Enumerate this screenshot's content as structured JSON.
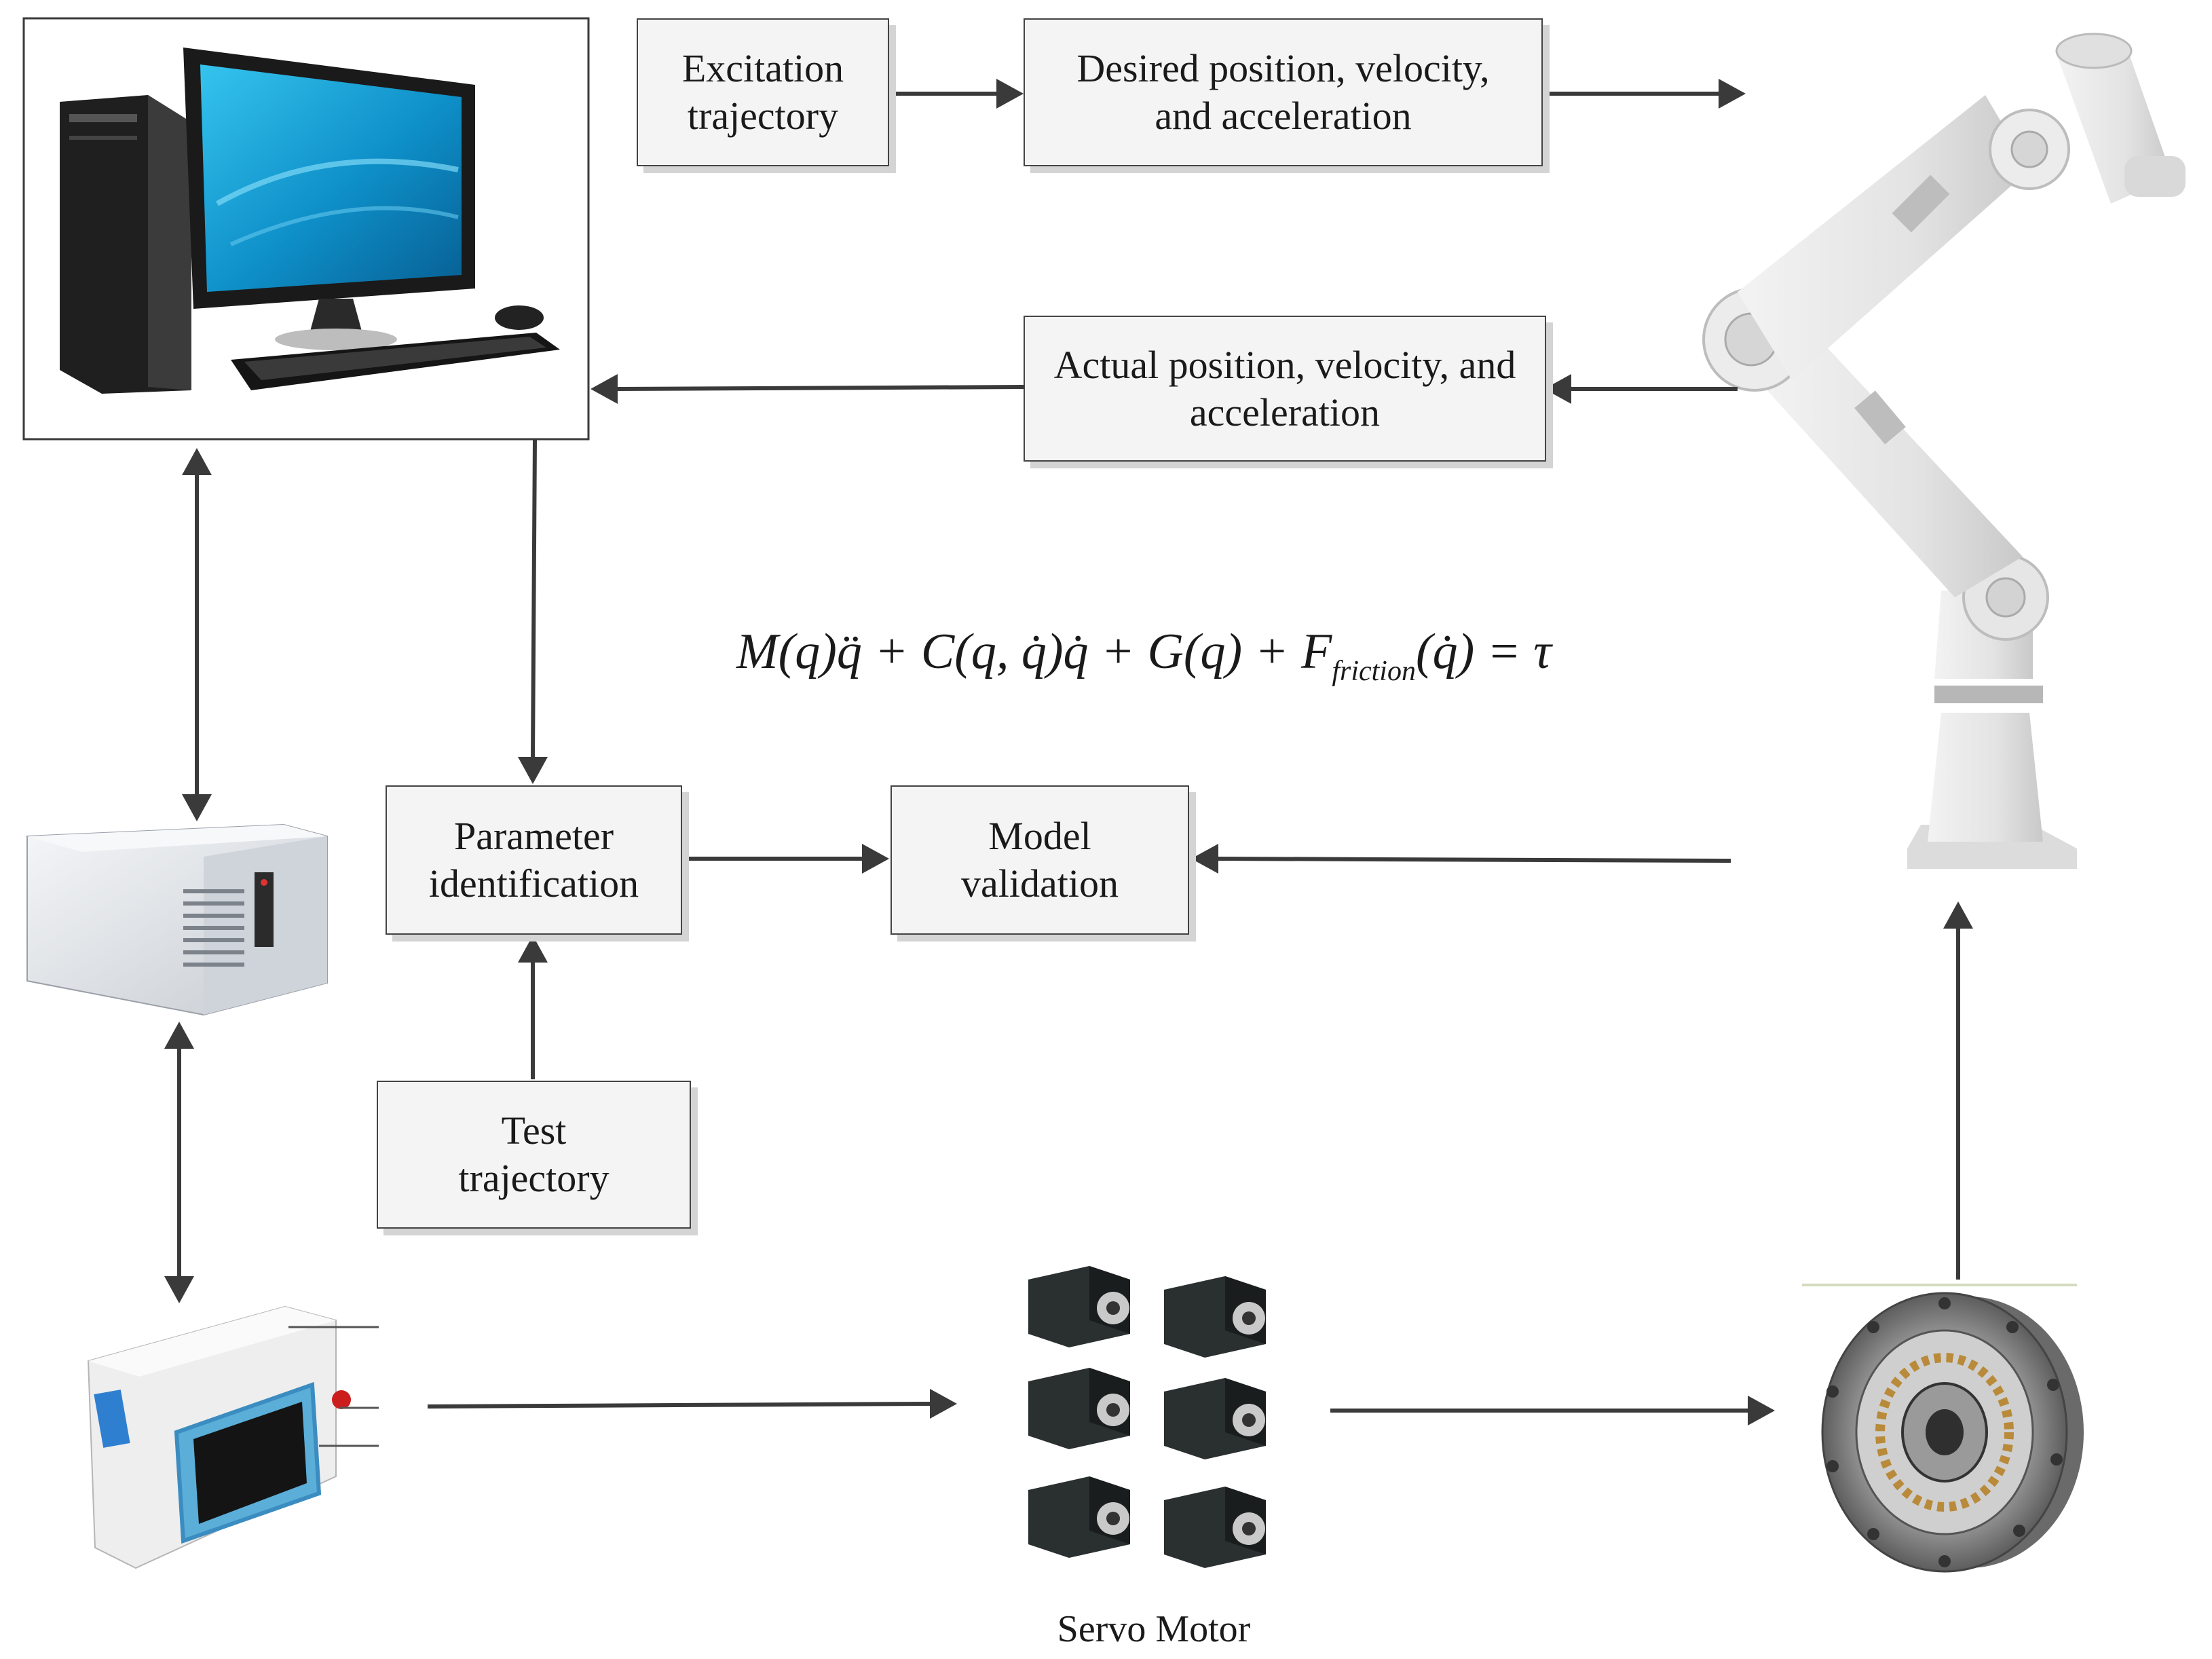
{
  "boxes": {
    "excitation": [
      "Excitation",
      "trajectory"
    ],
    "desired": [
      "Desired position, velocity,",
      "and acceleration"
    ],
    "actual": [
      "Actual position, velocity, and",
      "acceleration"
    ],
    "parameter": [
      "Parameter",
      "identification"
    ],
    "model": [
      "Model",
      "validation"
    ],
    "test": [
      "Test",
      "trajectory"
    ]
  },
  "equation": {
    "prefix": "M(q)q̈ + C(q, q̇)q̇ + G(q) + F",
    "subscript": "friction",
    "suffix": "(q̇) = τ"
  },
  "caption": "Servo Motor",
  "colors": {
    "arrow": "#3a3a3a",
    "box_fill": "#f4f4f4",
    "box_border": "#444444"
  }
}
